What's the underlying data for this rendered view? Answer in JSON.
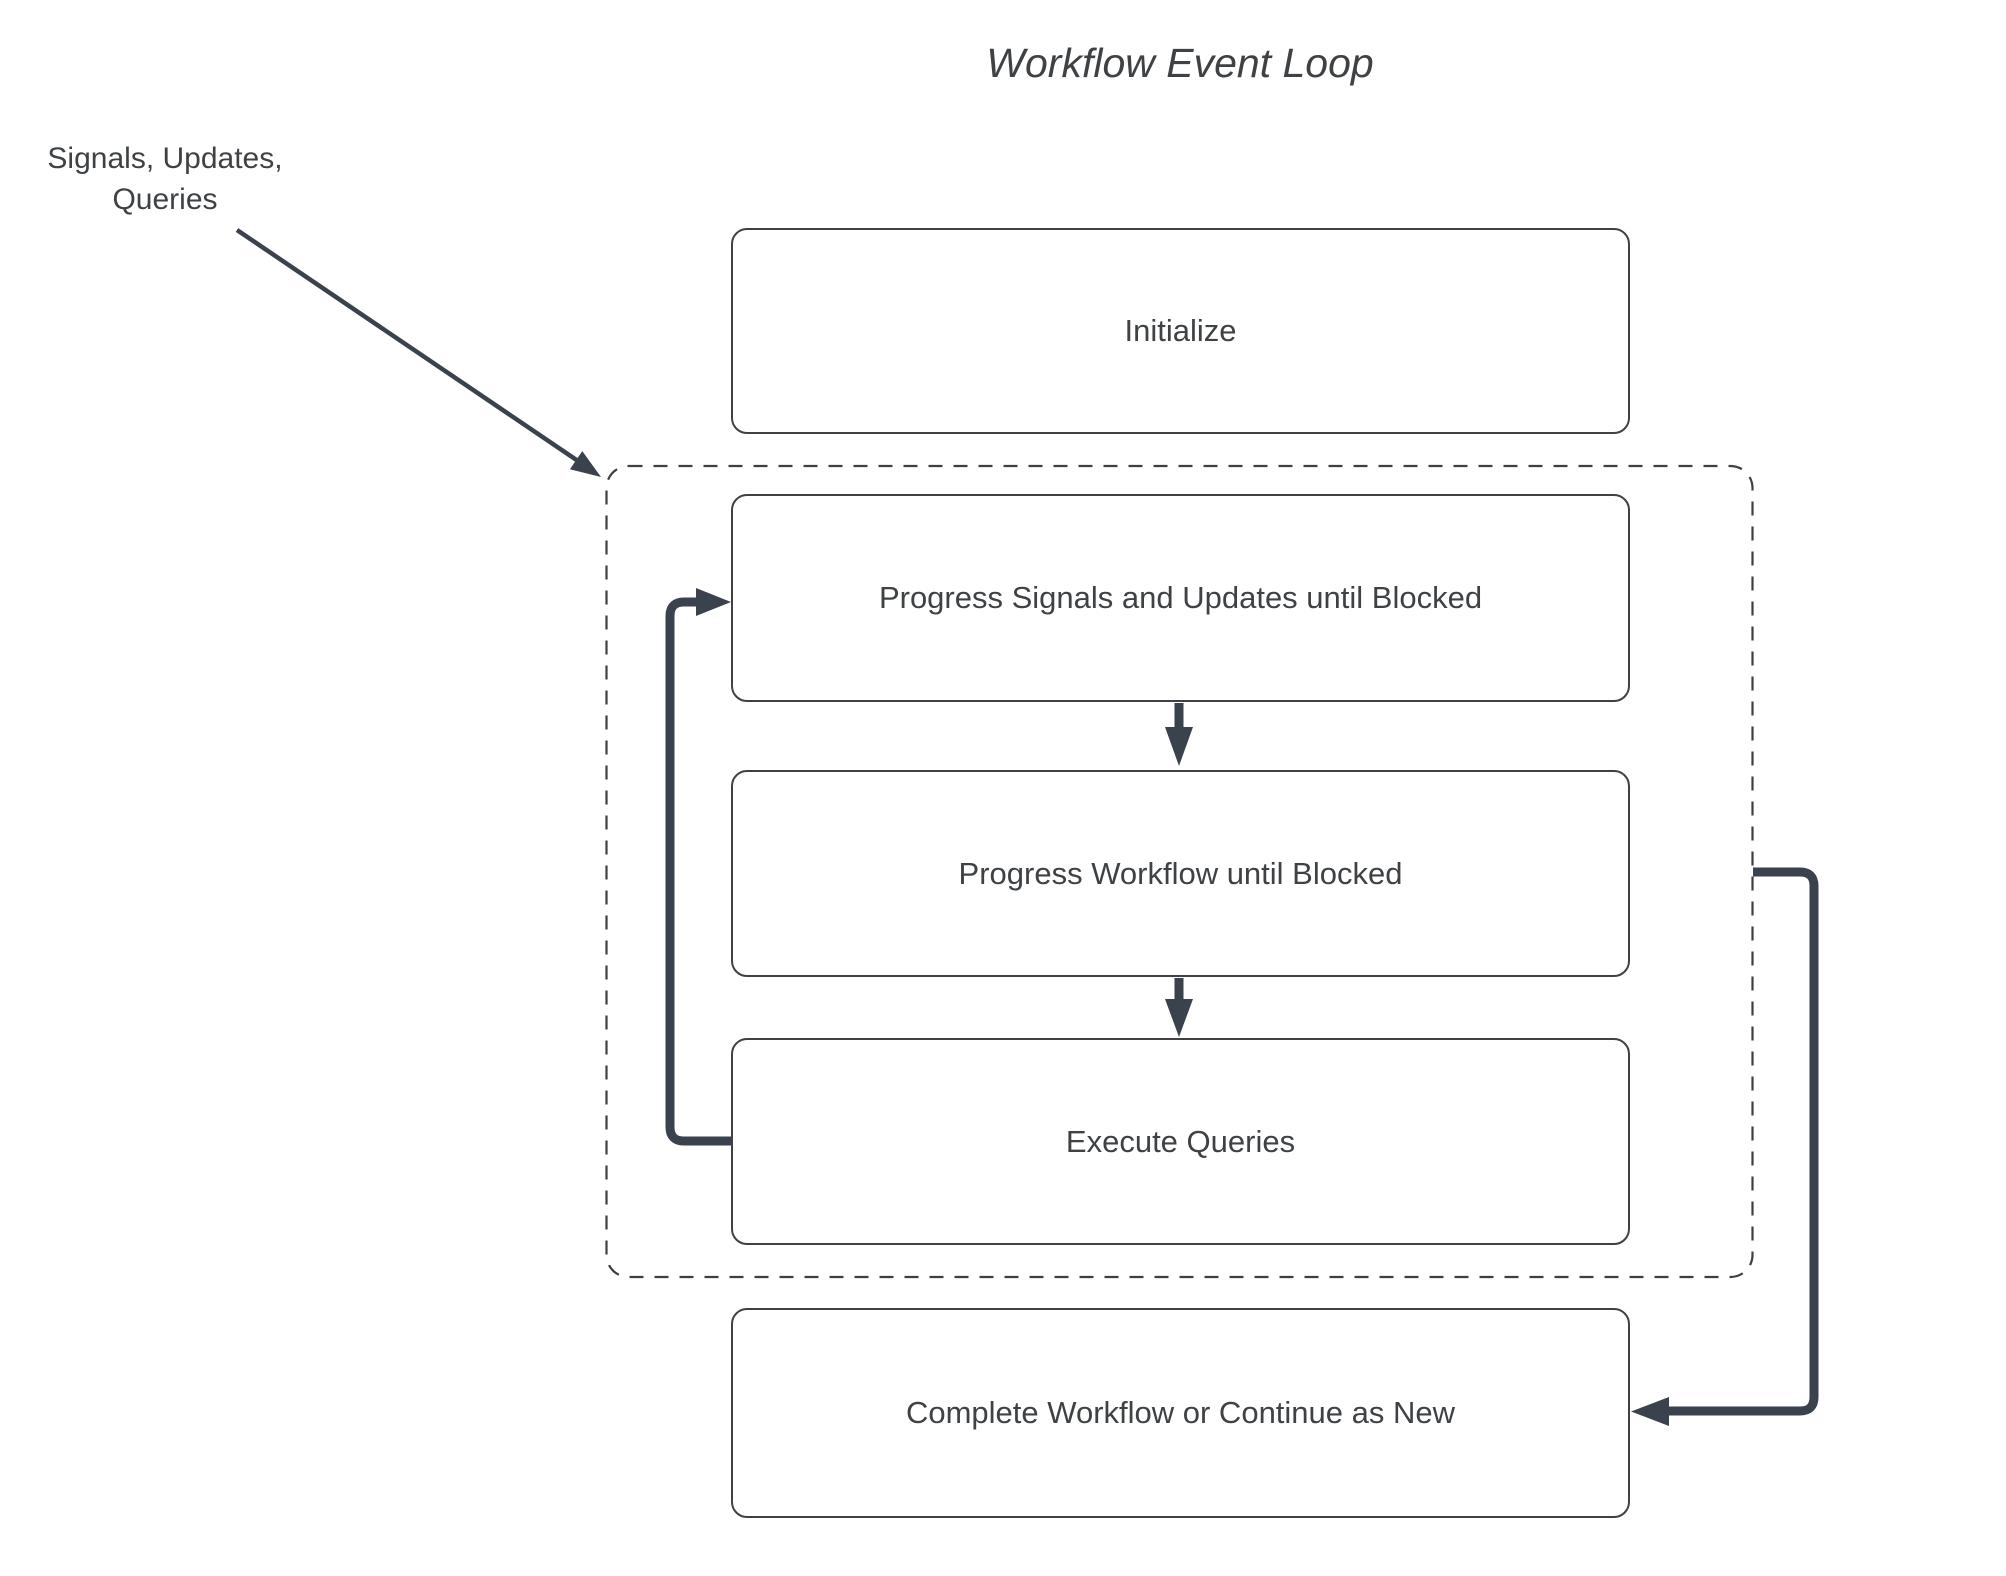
{
  "title": "Workflow Event Loop",
  "external_input": {
    "label": "Signals, Updates,\nQueries"
  },
  "nodes": {
    "initialize": {
      "label": "Initialize"
    },
    "progress_signals": {
      "label": "Progress Signals and Updates until Blocked"
    },
    "progress_workflow": {
      "label": "Progress Workflow until Blocked"
    },
    "execute_queries": {
      "label": "Execute Queries"
    },
    "complete": {
      "label": "Complete Workflow or Continue as New"
    }
  },
  "colors": {
    "connector": "#3a424e",
    "box_border": "#3f4245",
    "text": "#3f4245",
    "dashed_border": "#3c4043",
    "background": "#ffffff"
  }
}
